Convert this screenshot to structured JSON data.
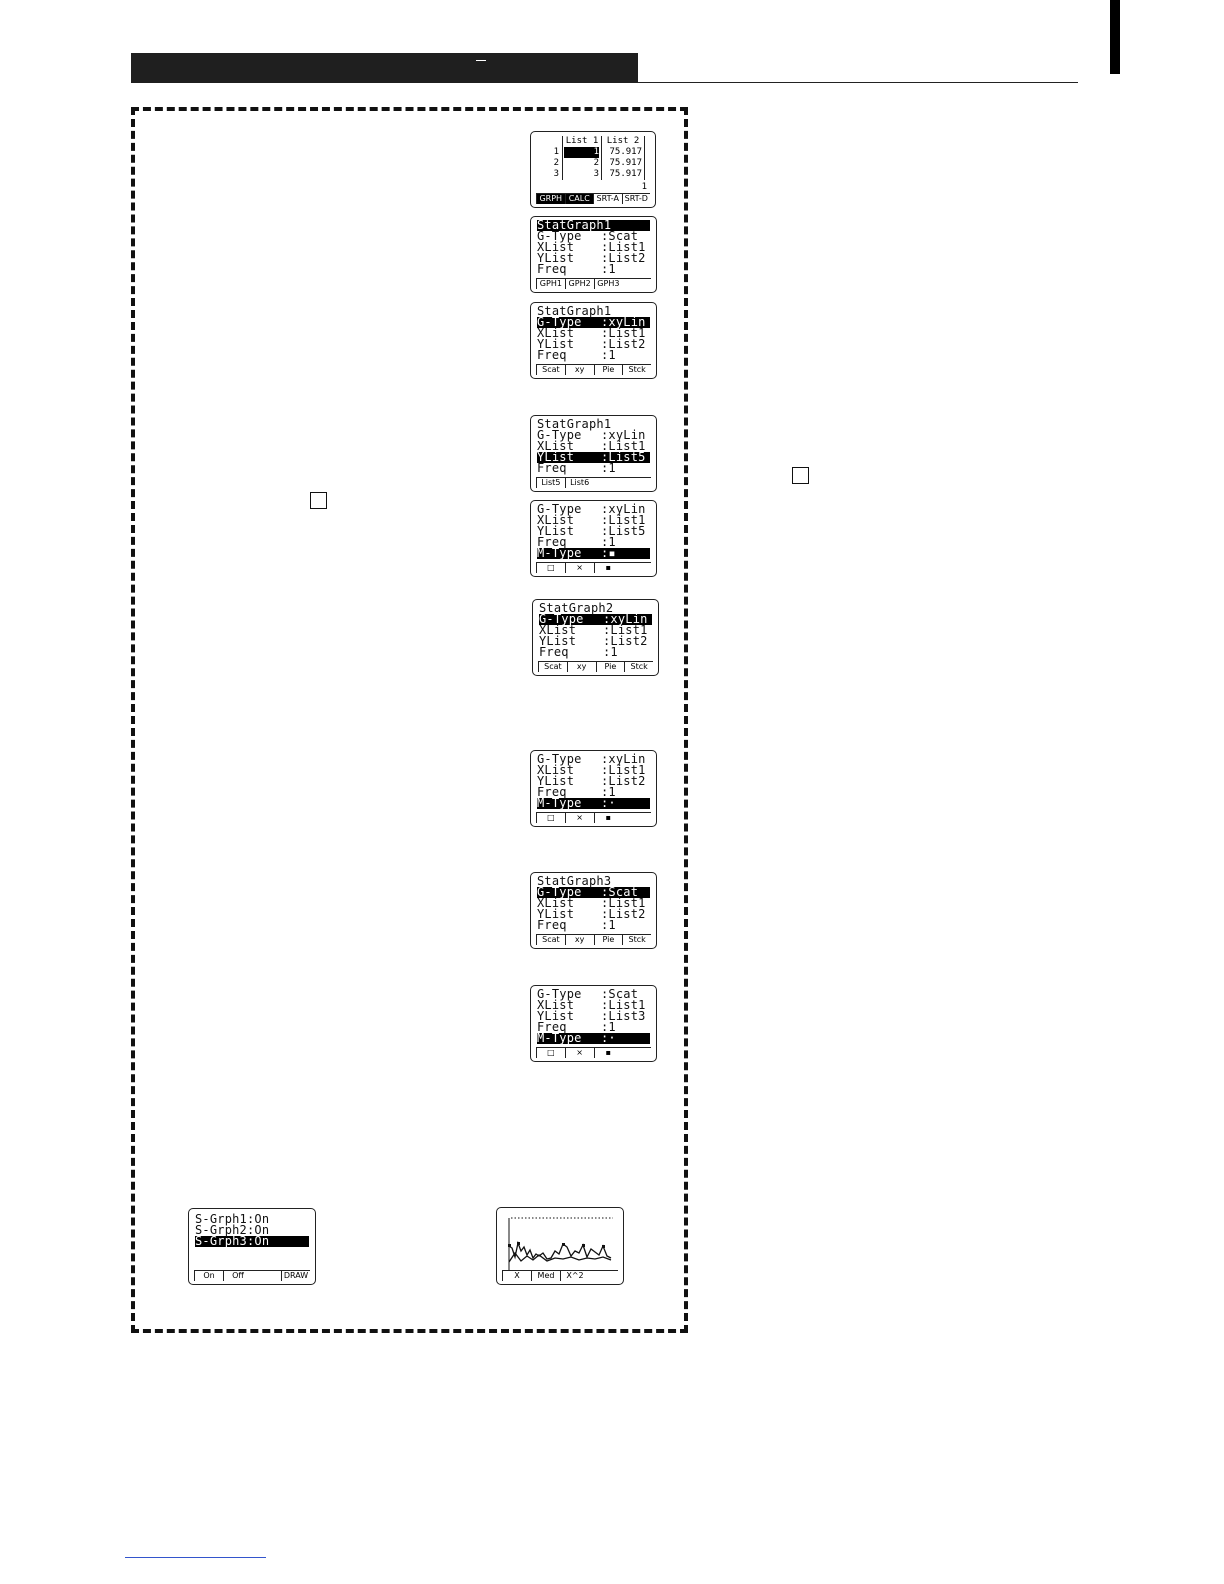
{
  "list_screen": {
    "headers": [
      "List 1",
      "List 2"
    ],
    "rows": [
      {
        "n": "1",
        "c1": "1",
        "c2": "75.917"
      },
      {
        "n": "2",
        "c1": "2",
        "c2": "75.917"
      },
      {
        "n": "3",
        "c1": "3",
        "c2": "75.917"
      }
    ],
    "corner": "1",
    "fkeys": [
      "GRPH",
      "CALC",
      "SRT-A",
      "SRT-D"
    ]
  },
  "screens": [
    {
      "rows": [
        {
          "label": "StatGraph1",
          "value": "",
          "hl": true
        },
        {
          "label": "G-Type",
          "value": ":Scat",
          "hl": false
        },
        {
          "label": "XList",
          "value": ":List1",
          "hl": false
        },
        {
          "label": "YList",
          "value": ":List2",
          "hl": false
        },
        {
          "label": "Freq",
          "value": ":1",
          "hl": false
        }
      ],
      "fkeys": [
        "GPH1",
        "GPH2",
        "GPH3"
      ]
    },
    {
      "rows": [
        {
          "label": "StatGraph1",
          "value": "",
          "hl": false
        },
        {
          "label": "G-Type",
          "value": ":xyLin",
          "hl": true
        },
        {
          "label": "XList",
          "value": ":List1",
          "hl": false
        },
        {
          "label": "YList",
          "value": ":List2",
          "hl": false
        },
        {
          "label": "Freq",
          "value": ":1",
          "hl": false
        }
      ],
      "fkeys": [
        "Scat",
        "xy",
        "Pie",
        "Stck"
      ]
    },
    {
      "rows": [
        {
          "label": "StatGraph1",
          "value": "",
          "hl": false
        },
        {
          "label": "G-Type",
          "value": ":xyLin",
          "hl": false
        },
        {
          "label": "XList",
          "value": ":List1",
          "hl": false
        },
        {
          "label": "YList",
          "value": ":List5",
          "hl": true
        },
        {
          "label": "Freq",
          "value": ":1",
          "hl": false
        }
      ],
      "fkeys": [
        "List5",
        "List6"
      ]
    },
    {
      "rows": [
        {
          "label": "G-Type",
          "value": ":xyLin",
          "hl": false
        },
        {
          "label": "XList",
          "value": ":List1",
          "hl": false
        },
        {
          "label": "YList",
          "value": ":List5",
          "hl": false
        },
        {
          "label": "Freq",
          "value": ":1",
          "hl": false
        },
        {
          "label": "M-Type",
          "value": ":▪",
          "hl": true
        }
      ],
      "fkeys": [
        "□",
        "×",
        "▪"
      ]
    },
    {
      "rows": [
        {
          "label": "StatGraph2",
          "value": "",
          "hl": false
        },
        {
          "label": "G-Type",
          "value": ":xyLin",
          "hl": true
        },
        {
          "label": "XList",
          "value": ":List1",
          "hl": false
        },
        {
          "label": "YList",
          "value": ":List2",
          "hl": false
        },
        {
          "label": "Freq",
          "value": ":1",
          "hl": false
        }
      ],
      "fkeys": [
        "Scat",
        "xy",
        "Pie",
        "Stck"
      ]
    },
    {
      "rows": [
        {
          "label": "G-Type",
          "value": ":xyLin",
          "hl": false
        },
        {
          "label": "XList",
          "value": ":List1",
          "hl": false
        },
        {
          "label": "YList",
          "value": ":List2",
          "hl": false
        },
        {
          "label": "Freq",
          "value": ":1",
          "hl": false
        },
        {
          "label": "M-Type",
          "value": ":·",
          "hl": true
        }
      ],
      "fkeys": [
        "□",
        "×",
        "▪"
      ]
    },
    {
      "rows": [
        {
          "label": "StatGraph3",
          "value": "",
          "hl": false
        },
        {
          "label": "G-Type",
          "value": ":Scat",
          "hl": true
        },
        {
          "label": "XList",
          "value": ":List1",
          "hl": false
        },
        {
          "label": "YList",
          "value": ":List2",
          "hl": false
        },
        {
          "label": "Freq",
          "value": ":1",
          "hl": false
        }
      ],
      "fkeys": [
        "Scat",
        "xy",
        "Pie",
        "Stck"
      ]
    },
    {
      "rows": [
        {
          "label": "G-Type",
          "value": ":Scat",
          "hl": false
        },
        {
          "label": "XList",
          "value": ":List1",
          "hl": false
        },
        {
          "label": "YList",
          "value": ":List3",
          "hl": false
        },
        {
          "label": "Freq",
          "value": ":1",
          "hl": false
        },
        {
          "label": "M-Type",
          "value": ":·",
          "hl": true
        }
      ],
      "fkeys": [
        "□",
        "×",
        "▪"
      ]
    }
  ],
  "sgraph_screen": {
    "rows": [
      {
        "text": "S-Grph1:On",
        "hl": false
      },
      {
        "text": "S-Grph2:On",
        "hl": false
      },
      {
        "text": "S-Grph3:On",
        "hl": true
      }
    ],
    "fkeys": [
      "On",
      "Off",
      "",
      "DRAW"
    ]
  },
  "graph_screen": {
    "fkeys": [
      "X",
      "Med",
      "X^2",
      ""
    ]
  }
}
